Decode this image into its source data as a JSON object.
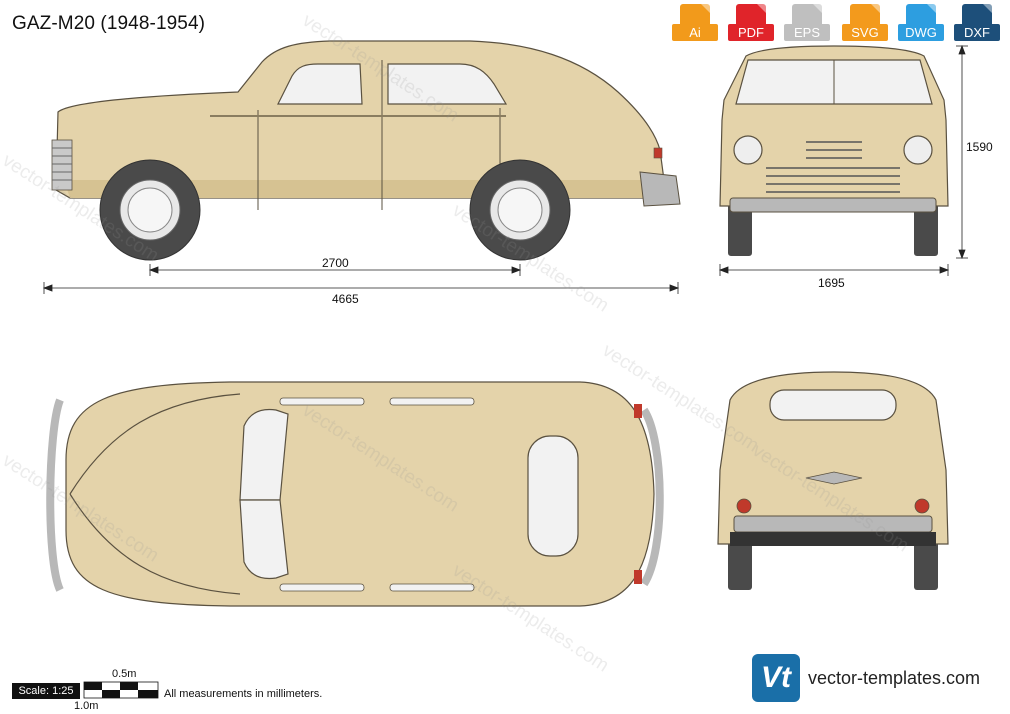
{
  "title": "GAZ-M20 (1948-1954)",
  "formats": [
    {
      "label": "Ai",
      "color": "#f29a1b"
    },
    {
      "label": "PDF",
      "color": "#e0242a"
    },
    {
      "label": "EPS",
      "color": "#bfbfbf"
    },
    {
      "label": "SVG",
      "color": "#f39a1c"
    },
    {
      "label": "DWG",
      "color": "#2d9ee0"
    },
    {
      "label": "DXF",
      "color": "#1d4f7a"
    }
  ],
  "dimensions": {
    "wheelbase": "2700",
    "length": "4665",
    "width": "1695",
    "height": "1590"
  },
  "scale": {
    "label": "Scale: 1:25",
    "half_meter": "0.5m",
    "meter": "1.0m"
  },
  "note": "All measurements in millimeters.",
  "watermark_text": "vector-templates.com",
  "brand": {
    "logo_text": "Vt",
    "url": "vector-templates.com",
    "accent": "#1a6fa8"
  },
  "colors": {
    "body": "#e4d3aa",
    "body_shade": "#d6c292",
    "outline": "#5a5140",
    "tire": "#4a4a4a",
    "chrome": "#b8b8b8",
    "glass": "#f2f2f2"
  }
}
